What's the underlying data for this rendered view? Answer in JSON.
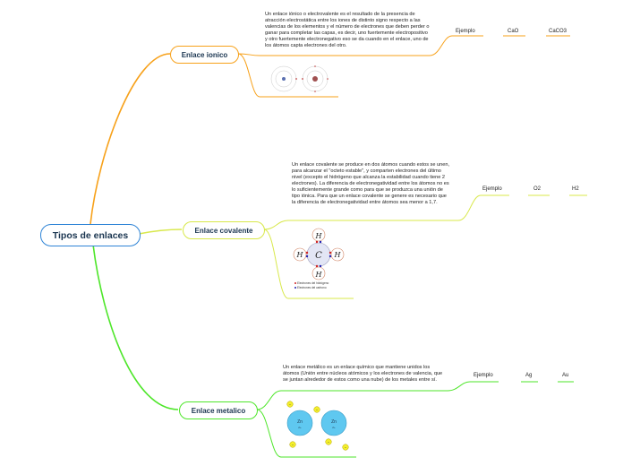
{
  "root": {
    "label": "Tipos de enlaces"
  },
  "branches": {
    "ionico": {
      "label": "Enlace ionico",
      "color": "#f7a11a",
      "description": "Un enlace iónico o electrovalente es el resultado de la presencia de atracción electrostática entre los iones de distinto signo respecto a las valencias de los elementos y el número de electrones que deben perder o ganar para completar las capas, es decir, uno fuertemente electropositivo y otro fuertemente electronegativo eso se da cuando en el enlace, uno de los átomos capta electrones del otro.",
      "examples": [
        "Ejemplo",
        "CaO",
        "CaCO3"
      ],
      "diagram_icon": "ionic-atoms-diagram"
    },
    "covalente": {
      "label": "Enlace covalente",
      "color": "#d8e84a",
      "description": "Un enlace covalente se produce en dos átomos cuando estos se unen, para alcanzar el \"octeto estable\", y comparten electrones del último nivel (excepto el hidrógeno que alcanza la estabilidad cuando tiene 2 electrones). La diferencia de electronegatividad entre los átomos no es lo suficientemente grande como para que se produzca una unión de tipo iónica. Para que un enlace covalente se genere es necesario que la diferencia de electronegatividad entre átomos sea menor a 1,7.",
      "examples": [
        "Ejemplo",
        "O2",
        "H2"
      ],
      "diagram": {
        "center": "C",
        "outer": [
          "H",
          "H",
          "H",
          "H"
        ],
        "legend": [
          "Electrones del hidrógeno",
          "Electrones del carbono"
        ]
      }
    },
    "metalico": {
      "label": "Enlace metalico",
      "color": "#4ee62a",
      "description": "Un enlace metálico es un enlace químico que mantiene unidos los átomos (Unión entre núcleos atómicos y los electrones de valencia, que se juntan alrededor de estos como una nube) de los metales entre sí.",
      "examples": [
        "Ejemplo",
        "Ag",
        "Au"
      ],
      "diagram": {
        "atoms": [
          "Zn",
          "Zn"
        ],
        "atom_sub": [
          "2+",
          "2+"
        ],
        "electron_sign": "−"
      }
    }
  }
}
